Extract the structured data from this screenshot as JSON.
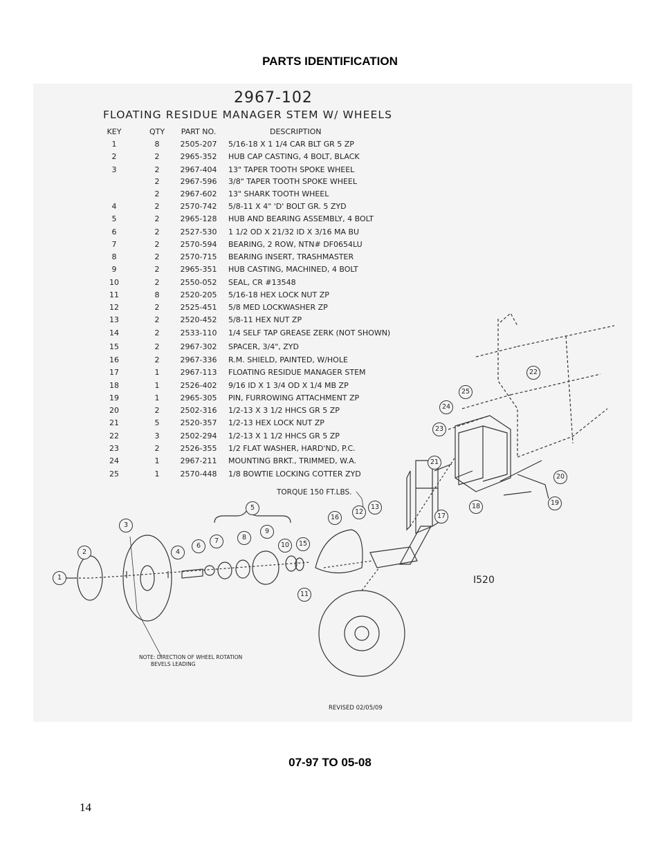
{
  "page": {
    "title": "PARTS IDENTIFICATION",
    "date_range": "07-97 TO 05-08",
    "page_number": "14"
  },
  "drawing": {
    "part_number": "2967-102",
    "subtitle": "FLOATING RESIDUE MANAGER STEM W/ WHEELS",
    "table_headers": {
      "key": "KEY",
      "qty": "QTY",
      "part_no": "PART NO.",
      "description": "DESCRIPTION"
    },
    "parts": [
      {
        "key": "1",
        "qty": "8",
        "part_no": "2505-207",
        "description": "5/16-18 X 1 1/4 CAR BLT GR 5 ZP"
      },
      {
        "key": "2",
        "qty": "2",
        "part_no": "2965-352",
        "description": "HUB CAP CASTING, 4 BOLT, BLACK"
      },
      {
        "key": "3",
        "qty": "2",
        "part_no": "2967-404",
        "description": "13\" TAPER TOOTH SPOKE WHEEL"
      },
      {
        "key": "",
        "qty": "2",
        "part_no": "2967-596",
        "description": "3/8\" TAPER TOOTH SPOKE WHEEL"
      },
      {
        "key": "",
        "qty": "2",
        "part_no": "2967-602",
        "description": "13\" SHARK TOOTH WHEEL"
      },
      {
        "key": "4",
        "qty": "2",
        "part_no": "2570-742",
        "description": "5/8-11 X 4\" 'D' BOLT GR. 5 ZYD"
      },
      {
        "key": "5",
        "qty": "2",
        "part_no": "2965-128",
        "description": "HUB AND BEARING ASSEMBLY, 4 BOLT"
      },
      {
        "key": "6",
        "qty": "2",
        "part_no": "2527-530",
        "description": "1 1/2 OD X 21/32 ID X 3/16 MA BU"
      },
      {
        "key": "7",
        "qty": "2",
        "part_no": "2570-594",
        "description": "BEARING, 2 ROW, NTN# DF0654LU"
      },
      {
        "key": "8",
        "qty": "2",
        "part_no": "2570-715",
        "description": "BEARING INSERT, TRASHMASTER"
      },
      {
        "key": "9",
        "qty": "2",
        "part_no": "2965-351",
        "description": "HUB CASTING, MACHINED, 4 BOLT"
      },
      {
        "key": "10",
        "qty": "2",
        "part_no": "2550-052",
        "description": "SEAL, CR #13548"
      },
      {
        "key": "11",
        "qty": "8",
        "part_no": "2520-205",
        "description": "5/16-18 HEX LOCK NUT ZP"
      },
      {
        "key": "12",
        "qty": "2",
        "part_no": "2525-451",
        "description": "5/8 MED LOCKWASHER ZP"
      },
      {
        "key": "13",
        "qty": "2",
        "part_no": "2520-452",
        "description": "5/8-11 HEX NUT ZP"
      },
      {
        "key": "14",
        "qty": "2",
        "part_no": "2533-110",
        "description": "1/4 SELF TAP GREASE ZERK (NOT SHOWN)"
      },
      {
        "key": "15",
        "qty": "2",
        "part_no": "2967-302",
        "description": "SPACER, 3/4\", ZYD"
      },
      {
        "key": "16",
        "qty": "2",
        "part_no": "2967-336",
        "description": "R.M. SHIELD, PAINTED, W/HOLE"
      },
      {
        "key": "17",
        "qty": "1",
        "part_no": "2967-113",
        "description": "FLOATING RESIDUE MANAGER STEM"
      },
      {
        "key": "18",
        "qty": "1",
        "part_no": "2526-402",
        "description": "9/16 ID X 1 3/4 OD X 1/4 MB ZP"
      },
      {
        "key": "19",
        "qty": "1",
        "part_no": "2965-305",
        "description": "PIN, FURROWING ATTACHMENT ZP"
      },
      {
        "key": "20",
        "qty": "2",
        "part_no": "2502-316",
        "description": "1/2-13 X 3 1/2 HHCS GR 5 ZP"
      },
      {
        "key": "21",
        "qty": "5",
        "part_no": "2520-357",
        "description": "1/2-13 HEX LOCK NUT ZP"
      },
      {
        "key": "22",
        "qty": "3",
        "part_no": "2502-294",
        "description": "1/2-13 X 1 1/2 HHCS GR 5 ZP"
      },
      {
        "key": "23",
        "qty": "2",
        "part_no": "2526-355",
        "description": "1/2 FLAT WASHER, HARD'ND, P.C."
      },
      {
        "key": "24",
        "qty": "1",
        "part_no": "2967-211",
        "description": "MOUNTING BRKT., TRIMMED, W.A."
      },
      {
        "key": "25",
        "qty": "1",
        "part_no": "2570-448",
        "description": "1/8 BOWTIE LOCKING COTTER ZYD"
      }
    ],
    "torque_note": "TORQUE 150 FT.LBS.",
    "drawing_code": "I520",
    "rotation_note": {
      "line1": "NOTE: DIRECTION OF WHEEL ROTATION",
      "line2": "BEVELS LEADING"
    },
    "revised": "REVISED 02/05/09",
    "callouts": [
      "1",
      "2",
      "3",
      "4",
      "5",
      "6",
      "7",
      "8",
      "9",
      "10",
      "11",
      "12",
      "13",
      "15",
      "16",
      "17",
      "18",
      "19",
      "20",
      "21",
      "22",
      "23",
      "24",
      "25"
    ]
  }
}
